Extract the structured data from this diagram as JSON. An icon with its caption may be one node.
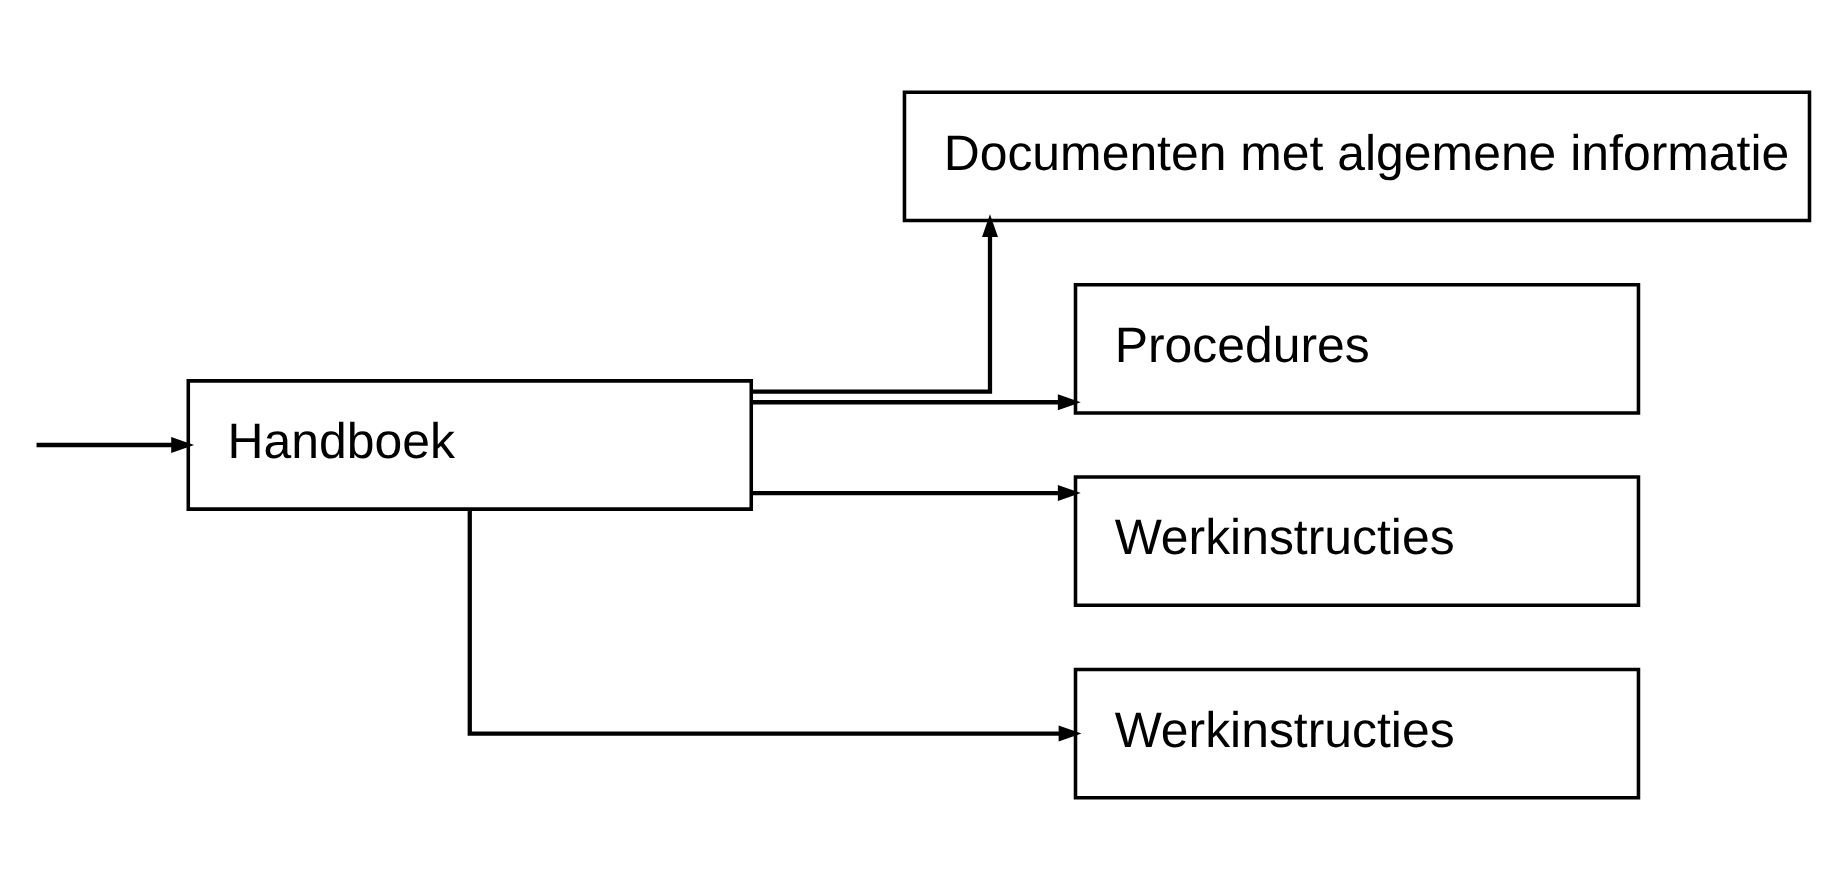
{
  "diagram": {
    "nodes": [
      {
        "text": [
          "Handboek"
        ]
      },
      {
        "text": [
          "Documenten met algemene informatie"
        ]
      },
      {
        "text": [
          "Procedures"
        ]
      },
      {
        "text": [
          "Werkinstructies"
        ]
      },
      {
        "text": [
          "Werkinstructies"
        ]
      }
    ],
    "edges": [
      {
        "from": null,
        "to": 0,
        "arrow": "to"
      },
      {
        "from": 0,
        "to": 1,
        "arrow": "to"
      },
      {
        "from": 0,
        "to": 2,
        "arrow": "to"
      },
      {
        "from": 0,
        "to": 3,
        "arrow": "to"
      },
      {
        "from": 0,
        "to": 4,
        "arrow": "to"
      }
    ]
  }
}
